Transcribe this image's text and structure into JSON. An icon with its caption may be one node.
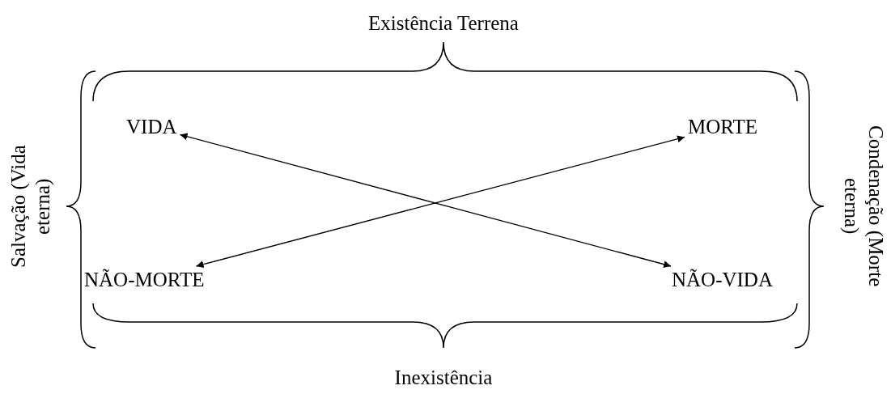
{
  "diagram": {
    "nodes": [
      {
        "text": [
          "VIDA"
        ]
      },
      {
        "text": [
          "MORTE"
        ]
      },
      {
        "text": [
          "NÃO-MORTE"
        ]
      },
      {
        "text": [
          "NÃO-VIDA"
        ]
      }
    ],
    "edges": [
      {
        "from": 0,
        "to": 3,
        "arrow": "both"
      },
      {
        "from": 1,
        "to": 2,
        "arrow": "both"
      }
    ],
    "labels": [
      "Existência Terrena",
      "Salvação (Vida eterna)",
      "Condenação (Morte eterna)",
      "Inexistência"
    ]
  }
}
